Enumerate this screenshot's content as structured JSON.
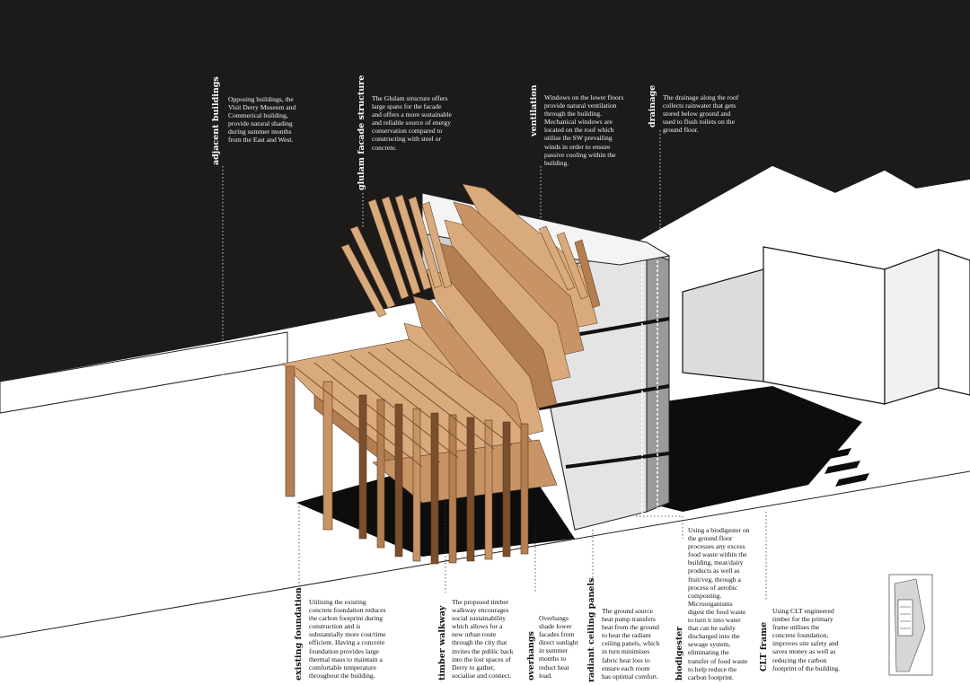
{
  "annotations": {
    "adjacent_buildings": {
      "title": "adjacent buildings",
      "lines": [
        "Opposing buildings,  the",
        "Visit Derry Museum and",
        "Commerical building,",
        "provide natural shading",
        "during summer months",
        "from the East and West."
      ]
    },
    "glulam_facade": {
      "title": "glulam facade structure",
      "lines": [
        "The Glulam structure offers",
        "large spans for the facade",
        "and offers a more sustainable",
        "and reliable source of energy",
        "conservation compared to",
        "constructing with steel or",
        "concrete."
      ]
    },
    "ventilation": {
      "title": "ventilation",
      "lines": [
        "Windows on the lower floors",
        "provide natural ventilation",
        "through the building.",
        "Mechanical windows are",
        "located on the roof which",
        "utilise the SW prevailing",
        "winds in order to ensure",
        "passive cooling within the",
        "building."
      ]
    },
    "drainage": {
      "title": "drainage",
      "lines": [
        "The drainage along the roof",
        "collects rainwater that gets",
        "stored below ground and",
        "used to flush toilets on the",
        "ground floor."
      ]
    },
    "existing_foundation": {
      "title": "existing foundation",
      "lines": [
        "Utilising the existing",
        "concrete foundation reduces",
        "the carbon footprint during",
        "construction and is",
        "substantially more cost/time",
        "efficient. Having a concrete",
        "foundation provides large",
        "thermal mass to maintain a",
        "comfortable temperature",
        "throughout the building."
      ]
    },
    "timber_walkway": {
      "title": "timber walkway",
      "lines": [
        "The proposed timber",
        "walkway encourages",
        "social sustainability",
        "which allows for a",
        "new urban route",
        "through the city that",
        "invites the public back",
        "into the lost spaces of",
        "Derry to gather,",
        "socialise and connect."
      ]
    },
    "overhangs": {
      "title": "overhangs",
      "lines": [
        "Overhangs",
        "shade lower",
        "facades from",
        "direct sunlight",
        "in summer",
        "months to",
        "reduct heat",
        "load."
      ]
    },
    "radiant_ceiling": {
      "title": "radiant ceiling panels",
      "lines": [
        "The ground source",
        "heat pump transfers",
        "heat from the ground",
        "to heat the radiant",
        "ceiling panels, which",
        "in turn minimises",
        "fabric heat loss to",
        "ensure each room",
        "has optimal comfort."
      ]
    },
    "biodigester": {
      "title": "biodigester",
      "lines": [
        "Using a biodigester on",
        "the ground floor",
        "processes any excess",
        "food waste within the",
        "building, meat/dairy",
        "products as well as",
        "fruit/veg, through a",
        "process of aerobic",
        "composting.",
        "Microorganisms",
        "digest the food waste",
        "to turn it into water",
        "that can be safely",
        "discharged into the",
        "sewage system,",
        "eliminating the",
        "transfer of food waste",
        "to help reduce the",
        "carbon footprint."
      ]
    },
    "clt_frame": {
      "title": "CLT frame",
      "lines": [
        "Using CLT engineered",
        "timber for the primary",
        "frame utilises the",
        "concrete foundation,",
        "improves site safety and",
        "saves money as well as",
        "reducing the carbon",
        "footprint of the building."
      ]
    }
  },
  "colors": {
    "sky": "#1d1a1a",
    "ground": "#ffffff",
    "timber_light": "#d9ab7c",
    "timber_mid": "#b37f52",
    "timber_dark": "#7a4f2e",
    "shadow": "#0d0d0d",
    "wall_grey": "#cfcfcf"
  }
}
